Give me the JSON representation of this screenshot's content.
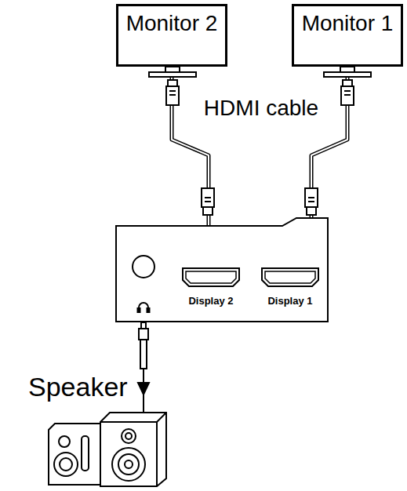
{
  "diagram": {
    "nodes": [
      {
        "text": [
          "Monitor 2"
        ]
      },
      {
        "text": [
          "Monitor 1"
        ]
      },
      {
        "text": [
          "Display 2"
        ]
      },
      {
        "text": [
          "Display 1"
        ]
      },
      {
        "text": [
          "Speaker"
        ]
      }
    ],
    "edges": [
      {
        "from": 0,
        "to": 2,
        "arrow": "none"
      },
      {
        "from": 1,
        "to": 3,
        "arrow": "none"
      }
    ],
    "labels": [
      "HDMI cable"
    ]
  }
}
